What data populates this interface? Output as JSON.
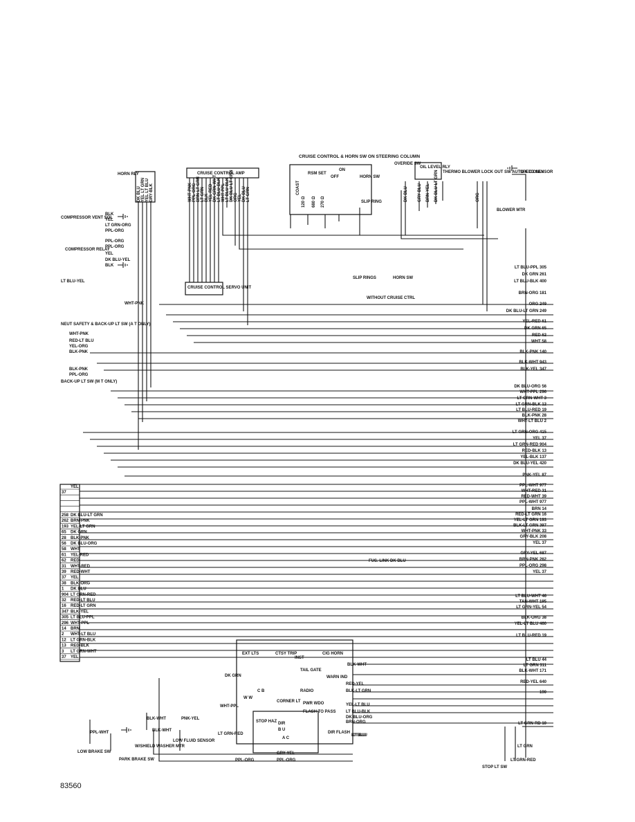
{
  "components": {
    "horn_rly": "HORN RLY",
    "cruise_amp": "CRUISE CONTROL AMP",
    "cruise_horn_sw": "CRUISE CONTROL & HORN SW ON STEERING COLUMN",
    "overide_sw": "OVERIDE SW",
    "oil_level_rly": "OIL LEVEL RLY",
    "thermo_blower": "THERMO BLOWER LOCK OUT SW AUTO A C ONLY",
    "speed_sensor": "SPEED SENSOR",
    "blower_mtr": "BLOWER MTR",
    "compressor_vent_sol": "COMPRESSOR VENT SOL",
    "compressor_relay": "COMPRESSOR RELAY",
    "cruise_servo": "CRUISE CONTROL SERVO UNIT",
    "slip_rings": "SLIP RINGS",
    "horn_sw": "HORN SW",
    "without_cruise": "WITHOUT CRUISE CTRL",
    "neut_safety": "NEUT SAFETY & BACK-UP LT SW (A T ONLY)",
    "backup_lt_sw": "BACK-UP LT SW (M T ONLY)",
    "low_brake_sw": "LOW BRAKE SW",
    "washer_mtr": "W/SHIELD WASHER MTR",
    "low_fluid": "LOW FLUID SENSOR",
    "park_brake_sw": "PARK BRAKE SW",
    "stop_lt_sw": "STOP LT SW",
    "fusible_link": "FUS. LINK  DK BLU"
  },
  "cruise_sw_labels": [
    "RSM SET",
    "OFF",
    "ON",
    "HORN SW",
    "SLIP RING",
    "COAST",
    "120 Ω",
    "680 Ω",
    "270 Ω"
  ],
  "fuse_block_labels": [
    "EXT LTS",
    "CTSY TRIP",
    "INST",
    "CIG HORN",
    "TAIL GATE",
    "WARN IND",
    "RADIO",
    "C B",
    "CORNER LT",
    "PWR WDO",
    "FLASH TO PASS",
    "STOP HAZ",
    "DIR",
    "B U",
    "A C",
    "DIR FLASH",
    "W W"
  ],
  "top_wire_labels": [
    "DK BLU",
    "YEL LT GRN",
    "YEL LT BLU",
    "GRY-BLK",
    "WHT-PNK",
    "PPL-ORG",
    "BRN-LT GRN",
    "LT GRN",
    "BLK",
    "YEL-RED",
    "DK GRN-WHT",
    "LT BLU-BLK",
    "WHT-PPL",
    "LT BLU-BLK",
    "DK BLU-LT GRN",
    "ORG",
    "YEL",
    "DK BLU",
    "LT GRN",
    "DK BLU",
    "GRY-BLU",
    "BRN-YEL",
    "DK BLU-LT GRN",
    "ORG"
  ],
  "left_wire_labels": [
    "BLK",
    "YEL",
    "LT GRN-ORG",
    "PPL-ORG",
    "PPL-ORG",
    "PPL-ORG",
    "YEL",
    "DK BLU-YEL",
    "BLK",
    "LT BLU-YEL",
    "WHT-PNK",
    "WHT-PNK",
    "RED-LT BLU",
    "YEL-ORG",
    "BLK-PNK",
    "BLK-PNK",
    "PPL-ORG"
  ],
  "right_circuits": [
    "LT BLU-PPL 305",
    "DK GRN 261",
    "LT BLU-BLK 400",
    "BRN-ORG 181",
    "ORG 249",
    "DK BLU-LT GRN 249",
    "YEL-RED 61",
    "DK GRN 65",
    "RED 62",
    "WHT 58",
    "BLK-PNK 140",
    "BLK-WHT 943",
    "BLK-YEL 347",
    "DK BLU-ORG 56",
    "WHT-PPL 296",
    "LT GRN-WHT 3",
    "LT GRN-BLK 12",
    "LT BLU-RED 19",
    "BLK-PNK 28",
    "WHT-LT BLU 2",
    "LT GRN-ORG 415",
    "YEL 37",
    "LT GRN-RED 904",
    "RED-BLK 13",
    "YEL-BLK 137",
    "DK BLU-YEL 420",
    "PNK-YEL 87",
    "PPL-WHT 977",
    "WHT-RED 31",
    "RED-WHT 39",
    "PPL-WHT 977",
    "BRN 14",
    "RED-LT GRN 16",
    "YEL-LT GRN 193",
    "BLK-LT GRN 397",
    "WHT-PNK 33",
    "GRY-BLK 208",
    "YEL 37",
    "GRY-YEL 687",
    "BRN-PNK 262",
    "PPL-ORG 298",
    "YEL 37",
    "LT BLU-WHT 46",
    "TAN-WHT 195",
    "LT GRN-YEL 54",
    "BLK-ORG 38",
    "YEL-LT BLU 460",
    "LT BLU-RED 19",
    "LT BLU 44",
    "LT GRN 311",
    "BLK-WHT 171",
    "RED-YEL 640",
    "190",
    "LT GRN-RD 10"
  ],
  "connector_rows": [
    {
      "num": "",
      "label": "YEL"
    },
    {
      "num": "37",
      "label": ""
    },
    {
      "num": "",
      "label": ""
    },
    {
      "num": "",
      "label": ""
    },
    {
      "num": "",
      "label": ""
    },
    {
      "num": "258",
      "label": "DK BLU-LT GRN"
    },
    {
      "num": "262",
      "label": "BRN-PNK"
    },
    {
      "num": "193",
      "label": "YEL-LT GRN"
    },
    {
      "num": "65",
      "label": "DK GRN"
    },
    {
      "num": "28",
      "label": "BLK-PNK"
    },
    {
      "num": "56",
      "label": "DK BLU-ORG"
    },
    {
      "num": "58",
      "label": "WHT"
    },
    {
      "num": "61",
      "label": "YEL-RED"
    },
    {
      "num": "62",
      "label": "RED"
    },
    {
      "num": "31",
      "label": "WHT-RED"
    },
    {
      "num": "39",
      "label": "RED-WHT"
    },
    {
      "num": "37",
      "label": "YEL"
    },
    {
      "num": "38",
      "label": "BLK-ORG"
    },
    {
      "num": "1",
      "label": "DK BLU"
    },
    {
      "num": "904",
      "label": "LT GRN-RED"
    },
    {
      "num": "32",
      "label": "RED-LT BLU"
    },
    {
      "num": "16",
      "label": "RED-LT GRN"
    },
    {
      "num": "347",
      "label": "BLK-YEL"
    },
    {
      "num": "305",
      "label": "LT BLU-PPL"
    },
    {
      "num": "296",
      "label": "WHT-PPL"
    },
    {
      "num": "14",
      "label": "BRN"
    },
    {
      "num": "2",
      "label": "WHT-LT BLU"
    },
    {
      "num": "12",
      "label": "LT GRN-BLK"
    },
    {
      "num": "13",
      "label": "RED-BLK"
    },
    {
      "num": "3",
      "label": "LT GRN-WHT"
    },
    {
      "num": "37",
      "label": "YEL"
    }
  ],
  "bottom_labels": [
    "BLK-WHT",
    "PPL-WHT",
    "LT BLU",
    "PPL-ORG",
    "GRY-YEL",
    "PPL-ORG",
    "BRN-ORG",
    "LT GRN-RED",
    "WHT-PPL",
    "BLK-WHT",
    "PNK-YEL",
    "LT BLU-BLK",
    "YEL-LT BLU",
    "BLK-LT GRN",
    "RED-YEL",
    "BLK-WHT",
    "DK GRN",
    "DK BLU-ORG",
    "LT BLU",
    "LT GRN-RED",
    "LT GRN"
  ],
  "figure_number": "83560"
}
